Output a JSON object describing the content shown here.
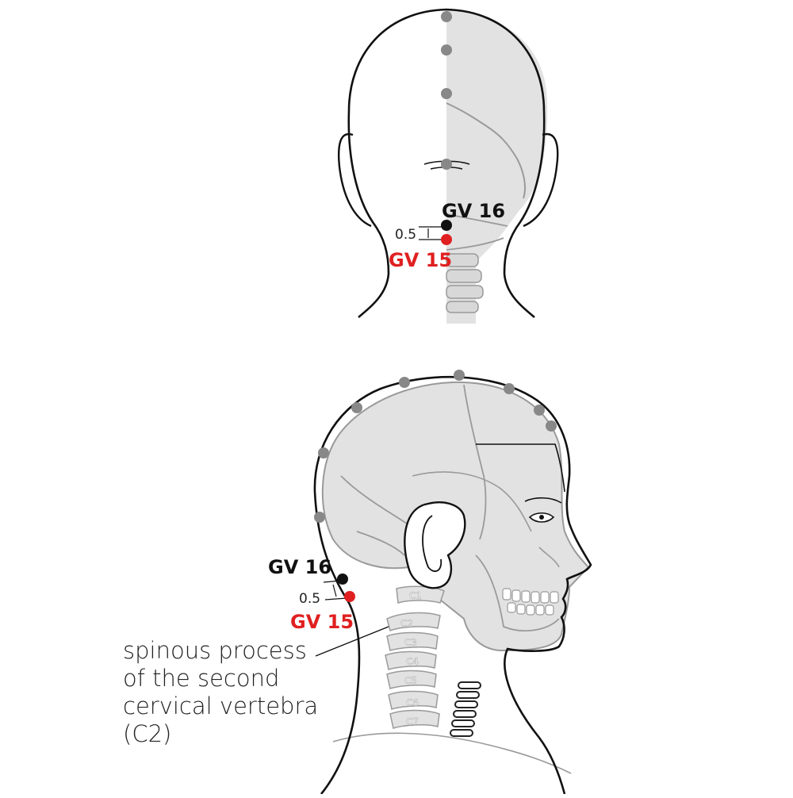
{
  "colors": {
    "bone_fill": "#e2e2e2",
    "bone_line": "#9a9a9a",
    "outline": "#111111",
    "marker_gray": "#888888",
    "marker_black": "#111111",
    "marker_red": "#e02020"
  },
  "back_view": {
    "gv16_label": "GV 16",
    "gv15_label": "GV 15",
    "distance_label": "0.5"
  },
  "side_view": {
    "gv16_label": "GV 16",
    "gv15_label": "GV 15",
    "distance_label": "0.5",
    "vertebra_labels": [
      "C1",
      "C2",
      "C3",
      "C4",
      "C5",
      "C6",
      "C7"
    ]
  },
  "caption": {
    "line1": "spinous process",
    "line2": "of the second",
    "line3": "cervical vertebra",
    "line4": "(C2)"
  }
}
